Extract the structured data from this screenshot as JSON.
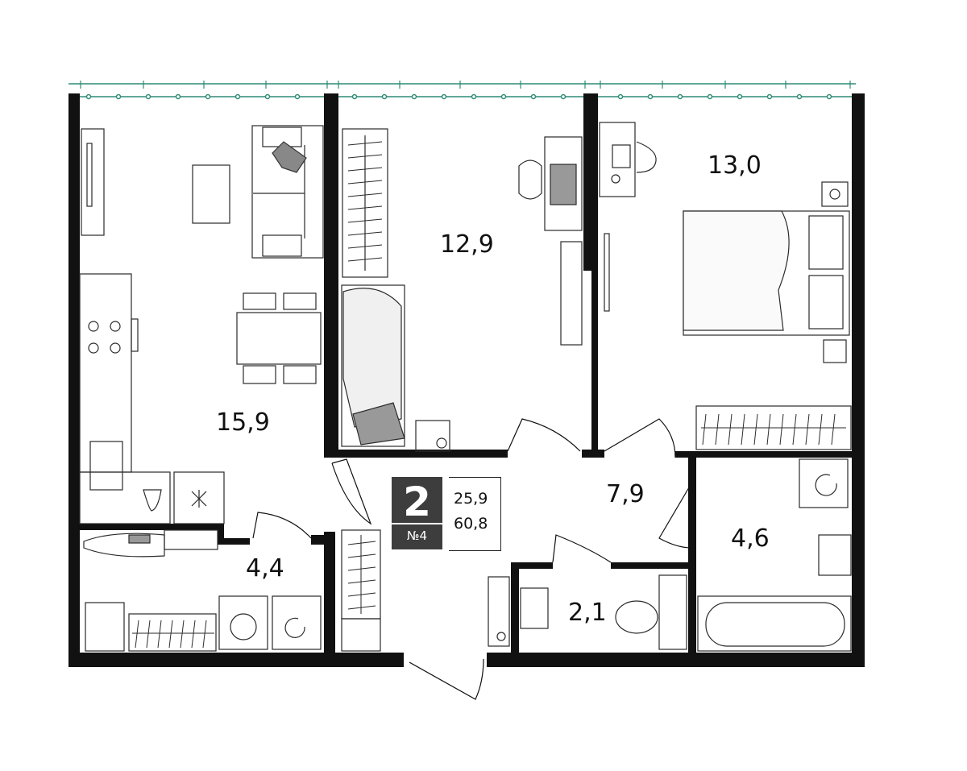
{
  "unit": {
    "rooms": "2",
    "number": "№4",
    "living_area": "25,9",
    "total_area": "60,8"
  },
  "rooms": [
    {
      "id": "kitchen-living",
      "area": "15,9"
    },
    {
      "id": "bedroom-middle",
      "area": "12,9"
    },
    {
      "id": "bedroom-right",
      "area": "13,0"
    },
    {
      "id": "hallway",
      "area": "7,9"
    },
    {
      "id": "bathroom",
      "area": "4,6"
    },
    {
      "id": "laundry",
      "area": "4,4"
    },
    {
      "id": "toilet",
      "area": "2,1"
    }
  ],
  "colors": {
    "wall": "#111111",
    "balcony_rail": "#2e8b75",
    "furniture_stroke": "#2a2a2a",
    "badge": "#3d3d3d"
  }
}
